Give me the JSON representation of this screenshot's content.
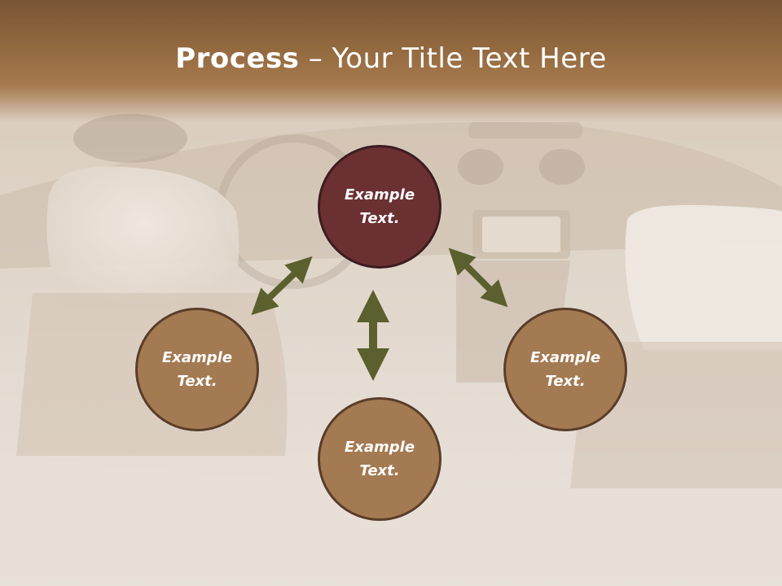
{
  "slide": {
    "title_bold": "Process",
    "title_rest": " – Your Title Text Here"
  },
  "nodes": {
    "top": {
      "line1": "Example",
      "line2": "Text."
    },
    "left": {
      "line1": "Example",
      "line2": "Text."
    },
    "right": {
      "line1": "Example",
      "line2": "Text."
    },
    "bottom": {
      "line1": "Example",
      "line2": "Text."
    }
  },
  "colors": {
    "title_bar": "#93693f",
    "top_circle": "#6b3032",
    "other_circles": "#a47a52",
    "arrows": "#5c5f2e"
  }
}
